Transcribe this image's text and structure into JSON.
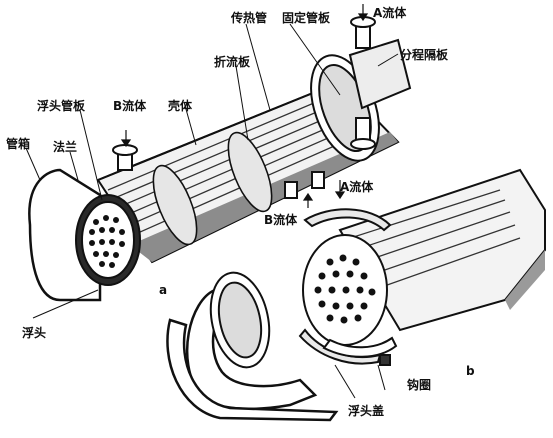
{
  "labels": {
    "tube": "传热管",
    "fixed_tubesheet": "固定管板",
    "fluid_a_top": "A流体",
    "baffle": "折流板",
    "pass_partition": "分程隔板",
    "floating_tubesheet": "浮头管板",
    "fluid_b_left": "B流体",
    "shell": "壳体",
    "channel": "管箱",
    "flange": "法兰",
    "fluid_a_mid": "A流体",
    "fluid_b_bottom": "B流体",
    "floating_head": "浮头",
    "hook_ring": "钩圈",
    "floating_head_cover": "浮头盖"
  },
  "subfigures": {
    "a": "a",
    "b": "b"
  },
  "colors": {
    "ink": "#111111",
    "shade": "#9a9a9a",
    "light": "#d8d8d8",
    "bg": "#ffffff"
  }
}
